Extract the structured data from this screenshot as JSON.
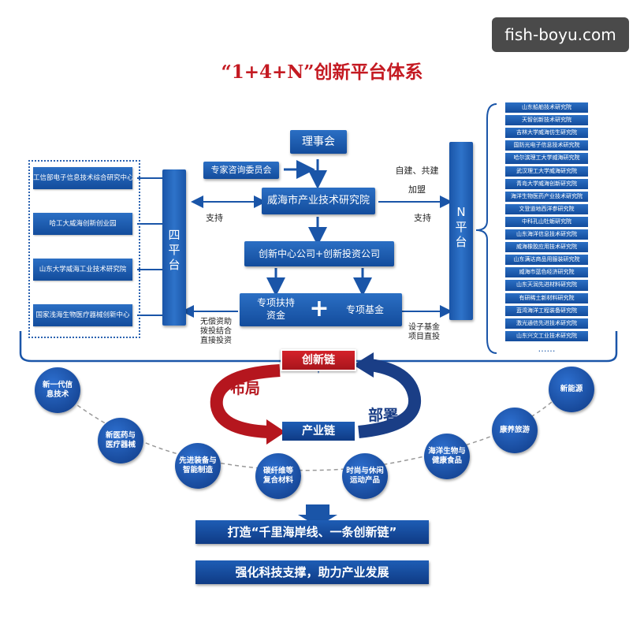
{
  "watermark": "fish-boyu.com",
  "title": "“1+4+N”创新平台体系",
  "core": {
    "board": "理事会",
    "advisory": "专家咨询委员会",
    "institute": "威海市产业技术研究院",
    "center": "创新中心公司+创新投资公司",
    "special_support": "专项扶持\n资金",
    "plus": "+",
    "special_fund": "专项基金"
  },
  "four_platform": {
    "label": "四\n平\n台",
    "support": "支持",
    "funding_note": "无偿资助\n拨投结合\n直接投资",
    "items": [
      "工信部电子信息技术综合研究中心",
      "哈工大威海创新创业园",
      "山东大学威海工业技术研究院",
      "国家浅海生物医疗器械创新中心"
    ]
  },
  "n_platform": {
    "label": "N\n平\n台",
    "build_join": "自建、共建\n加盟",
    "support": "支持",
    "fund_note": "设子基金\n项目直投",
    "items": [
      "山东船舶技术研究院",
      "天智创新技术研究院",
      "吉林大学威海仿生研究院",
      "国防光电子信息技术研究院",
      "哈尔滨理工大学威海研究院",
      "武汉理工大学威海研究院",
      "青岛大学威海创新研究院",
      "海洋生物医药产业技术研究院",
      "文登道地西洋参研究院",
      "中科孔山牡蛎研究院",
      "山东海洋信息技术研究院",
      "威海橡胶应用技术研究院",
      "山东满达商品用服装研究院",
      "威海市蓝色经济研究院",
      "山东天润先进材料研究院",
      "有研稀土新材料研究院",
      "蓝湾海洋工程装备研究院",
      "激光通信先进技术研究院",
      "山东兴文工业技术研究院",
      "……"
    ]
  },
  "chains": {
    "innovation": "创新链",
    "industry": "产业链",
    "layout": "布局",
    "deploy": "部署"
  },
  "industries": [
    "新一代信\n息技术",
    "新医药与\n医疗器械",
    "先进装备与\n智能制造",
    "碳纤维等\n复合材料",
    "时尚与休闲\n运动产品",
    "海洋生物与\n健康食品",
    "康养旅游",
    "新能源"
  ],
  "banners": {
    "first": "打造“千里海岸线、一条创新链”",
    "second": "强化科技支撑，助力产业发展"
  },
  "colors": {
    "primary_blue": "#1a55a8",
    "accent_red": "#c41a22"
  }
}
